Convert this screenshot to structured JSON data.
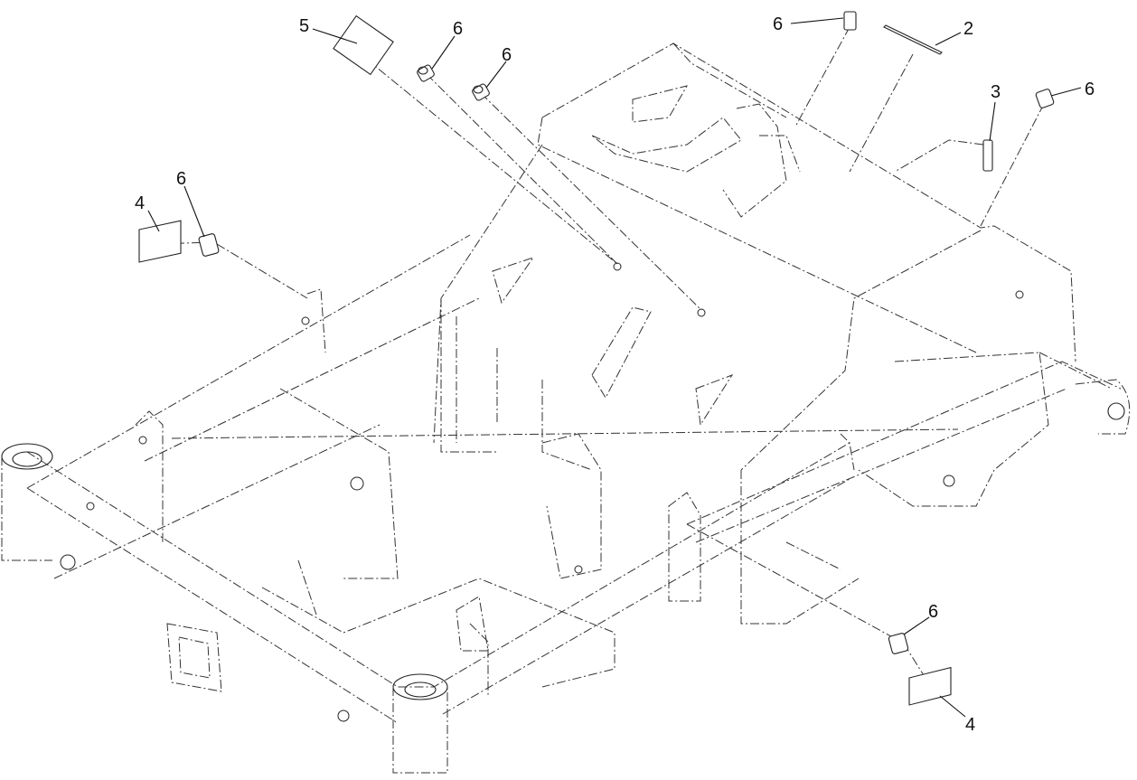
{
  "diagram": {
    "callouts": [
      {
        "id": "callout-5",
        "label": "5"
      },
      {
        "id": "callout-6-a",
        "label": "6"
      },
      {
        "id": "callout-6-b",
        "label": "6"
      },
      {
        "id": "callout-6-c",
        "label": "6"
      },
      {
        "id": "callout-2",
        "label": "2"
      },
      {
        "id": "callout-3",
        "label": "3"
      },
      {
        "id": "callout-6-d",
        "label": "6"
      },
      {
        "id": "callout-4-a",
        "label": "4"
      },
      {
        "id": "callout-6-e",
        "label": "6"
      },
      {
        "id": "callout-6-f",
        "label": "6"
      },
      {
        "id": "callout-4-b",
        "label": "4"
      }
    ]
  }
}
